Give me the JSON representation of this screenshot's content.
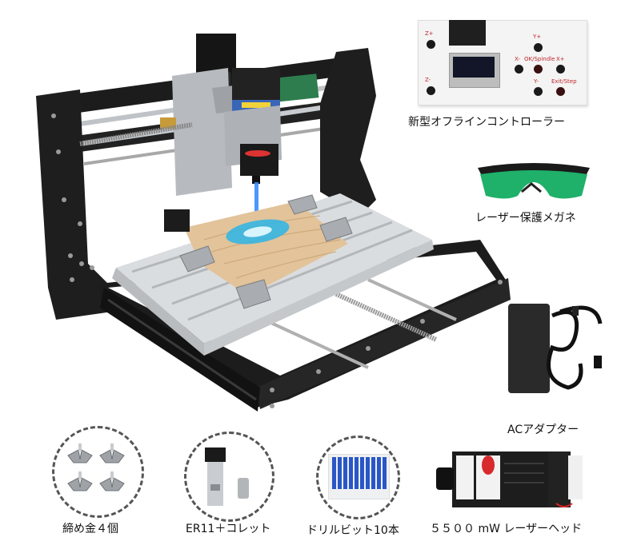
{
  "main_product": {
    "name": "CNC laser engraver machine",
    "laser_color": "#3a8cff"
  },
  "accessories": [
    {
      "id": "controller",
      "label": "新型オフラインコントローラー"
    },
    {
      "id": "goggles",
      "label": "レーザー保護メガネ"
    },
    {
      "id": "ac_adapter",
      "label": "ACアダプター"
    },
    {
      "id": "clamps",
      "label": "締め金４個"
    },
    {
      "id": "collet",
      "label": "ER11＋コレット"
    },
    {
      "id": "drill_bits",
      "label": "ドリルビット10本"
    },
    {
      "id": "laser_head",
      "label": "５５００ mW レーザーヘッド"
    }
  ],
  "controller_buttons": {
    "z_plus": "Z+",
    "z_minus": "Z-",
    "y_plus": "Y+",
    "y_minus": "Y-",
    "x_minus": "X-",
    "x_plus": "X+",
    "ok_spindle": "OK/Spindle",
    "exit_step": "Exit/Step"
  },
  "colors": {
    "frame": "#1c1c1c",
    "aluminum": "#d8dadd",
    "wood": "#e2c39a",
    "goggles": "#1fb06a",
    "button_label": "#c0262c"
  }
}
